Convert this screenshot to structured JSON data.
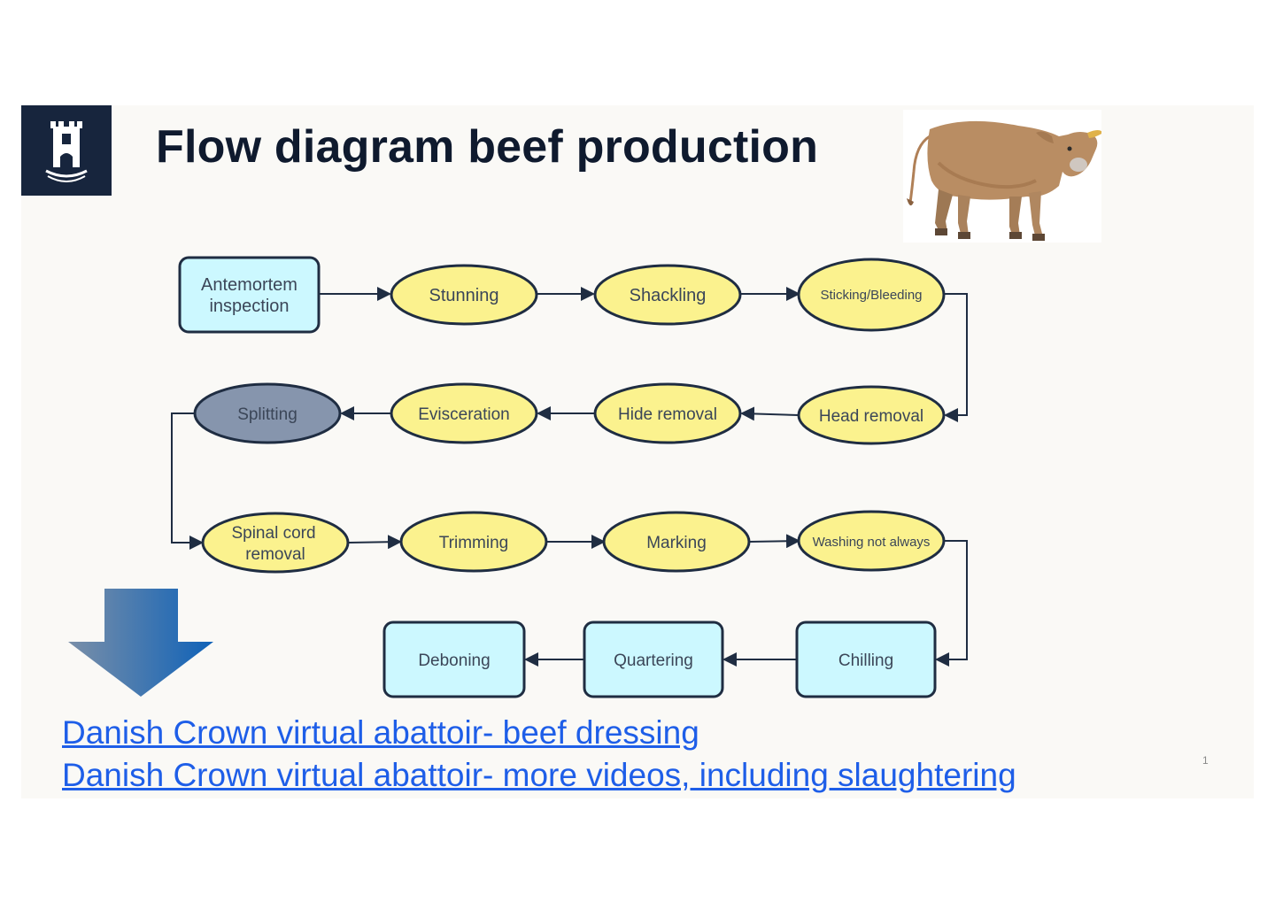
{
  "title": "Flow diagram beef production",
  "colors": {
    "box_fill": "#ccf8ff",
    "ellipse_fill": "#fbf28e",
    "highlight_fill": "#8695ad",
    "stroke": "#1f2d42",
    "link": "#1e5ee8"
  },
  "nodes": {
    "antemortem": [
      "Antemortem",
      "inspection"
    ],
    "stunning": "Stunning",
    "shackling": "Shackling",
    "sticking": "Sticking/Bleeding",
    "head_removal": "Head removal",
    "hide_removal": "Hide removal",
    "evisceration": "Evisceration",
    "splitting": "Splitting",
    "spinal": [
      "Spinal cord",
      "removal"
    ],
    "trimming": "Trimming",
    "marking": "Marking",
    "washing": "Washing not always",
    "chilling": "Chilling",
    "quartering": "Quartering",
    "deboning": "Deboning"
  },
  "links": [
    "Danish Crown virtual abattoir- beef dressing",
    "Danish Crown virtual abattoir- more videos, including slaughtering"
  ],
  "page_number": "1"
}
